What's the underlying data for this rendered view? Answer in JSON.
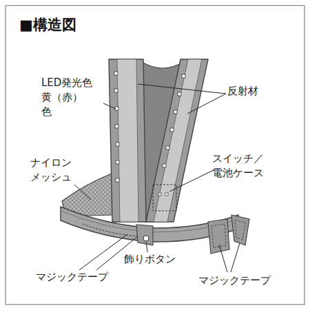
{
  "diagram": {
    "title": "■構造図",
    "labels": [
      "LED発光色 黄（赤）色",
      "反射材",
      "ナイロン メッシュ",
      "スイッチ／ 電池ケース",
      "マジックテープ",
      "飾りボタン",
      "マジックテープ"
    ]
  }
}
